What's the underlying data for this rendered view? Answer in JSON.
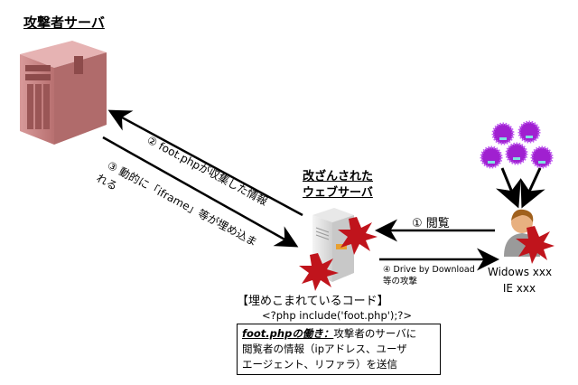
{
  "attacker_server": {
    "title": "攻撃者サーバ",
    "icon": "server-tower-icon",
    "color": "#c98a8a"
  },
  "compromised_server": {
    "title_line1": "改ざんされた",
    "title_line2": "ウェブサーバ",
    "icon": "web-server-icon"
  },
  "client": {
    "os": "Widows xxx",
    "browser": "IE xxx",
    "icon": "user-avatar-icon"
  },
  "viruses": {
    "count": 5,
    "icon": "virus-icon",
    "color": "#a020d0"
  },
  "arrows": {
    "step1": "① 閲覧",
    "step2": "② foot.phpが収集した情報",
    "step3_line1": "③ 動的に「iframe」等が埋め込ま",
    "step3_line2": "れる",
    "step4_line1": "④ Drive by Download",
    "step4_line2": "等の攻撃"
  },
  "code": {
    "heading": "【埋めこまれているコード】",
    "snippet": "<?php include('foot.php');?>",
    "desc_label": "foot.phpの働き：",
    "desc_line1": "攻撃者のサーバに",
    "desc_line2": "閲覧者の情報（ipアドレス、ユーザ",
    "desc_line3": "エージェント、リファラ）を送信"
  },
  "colors": {
    "burst": "#c0141c",
    "arrow": "#000000"
  }
}
